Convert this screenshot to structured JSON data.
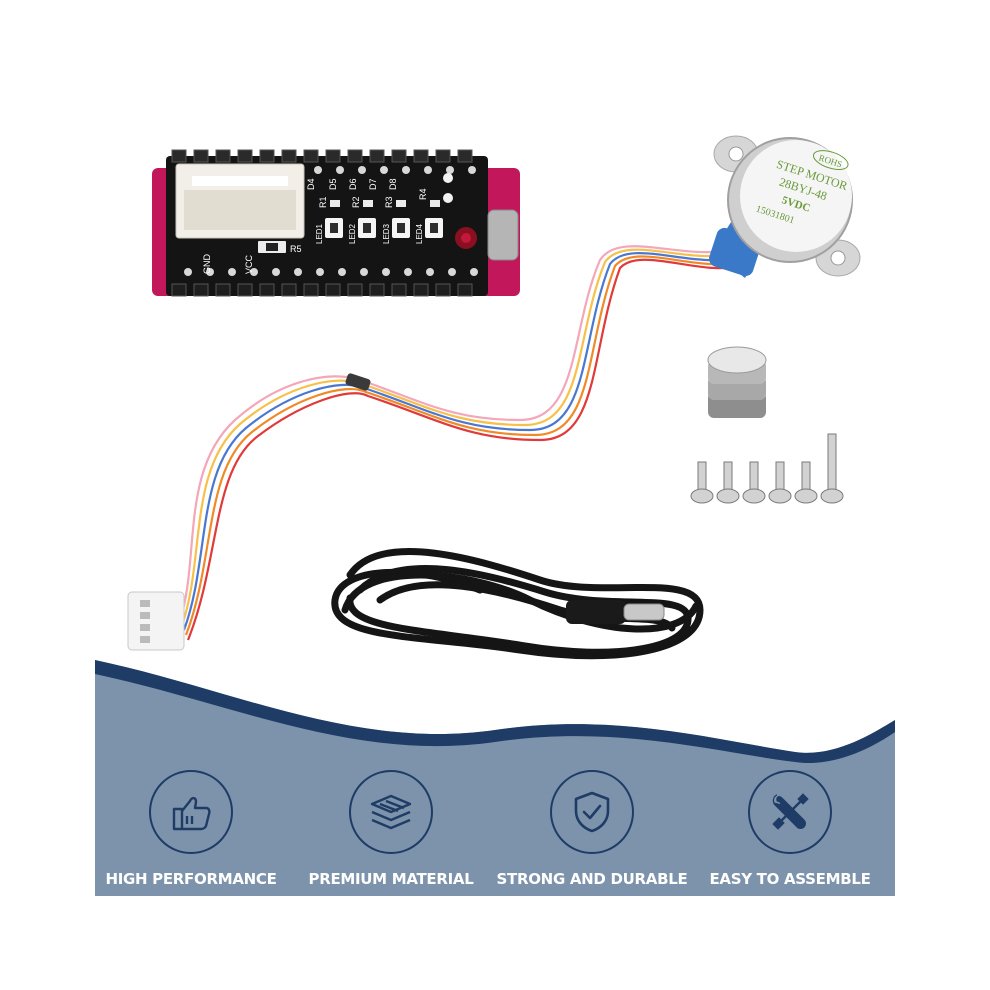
{
  "product": {
    "board_labels": {
      "gnd": "GND",
      "vcc": "VCC",
      "r5": "R5",
      "d4": "D4",
      "d5": "D5",
      "d6": "D6",
      "d7": "D7",
      "d8": "D8",
      "r1": "R1",
      "r2": "R2",
      "r3": "R3",
      "r4": "R4",
      "led1": "LED1",
      "led2": "LED2",
      "led3": "LED3",
      "led4": "LED4"
    },
    "motor_labels": {
      "brand": "ROHS",
      "line1": "STEP MOTOR",
      "line2": "28BYJ-48",
      "line3": "5VDC",
      "line4": "15031801"
    }
  },
  "features": [
    {
      "label": "HIGH PERFORMANCE",
      "icon": "thumbs-up-icon"
    },
    {
      "label": "PREMIUM MATERIAL",
      "icon": "layers-icon"
    },
    {
      "label": "STRONG AND DURABLE",
      "icon": "shield-check-icon"
    },
    {
      "label": "EASY TO ASSEMBLE",
      "icon": "wrench-screwdriver-icon"
    }
  ],
  "colors": {
    "banner": "#7d93ab",
    "wave": "#1f3c66",
    "icon": "#1f3c66",
    "label": "#ffffff",
    "board": "#141414",
    "board_edge": "#c2185b"
  }
}
